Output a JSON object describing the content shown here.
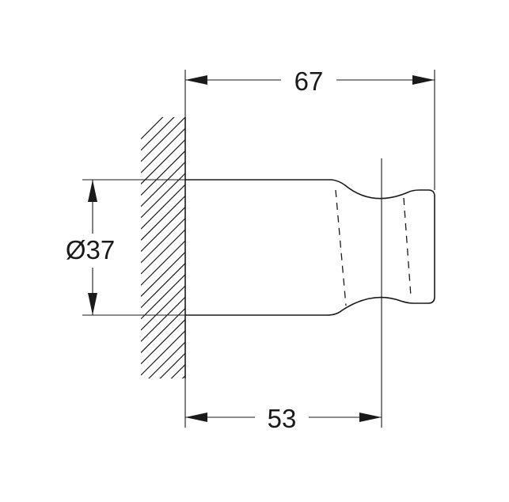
{
  "dimensions": {
    "overall_length": "67",
    "mount_length": "53",
    "diameter": "Ø37"
  }
}
